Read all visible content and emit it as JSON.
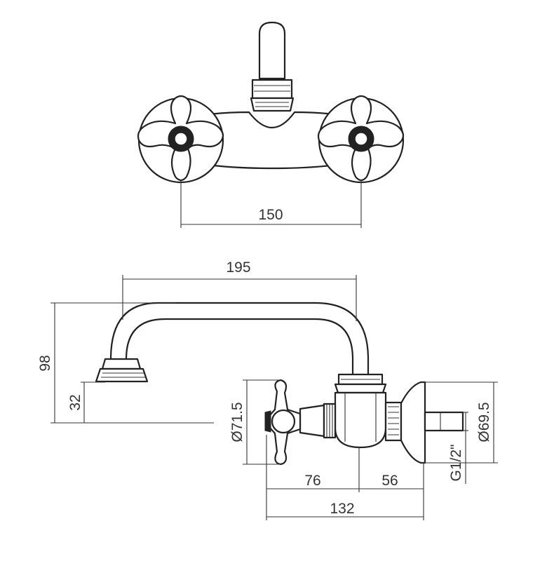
{
  "dimensions": {
    "center_distance": "150",
    "spout_reach": "195",
    "total_height": "98",
    "outlet_height": "32",
    "handle_diameter": "Ø71.5",
    "handle_to_axis": "76",
    "axis_to_wall": "56",
    "total_depth": "132",
    "thread": "G1/2\"",
    "rosette_diameter": "Ø69.5"
  }
}
